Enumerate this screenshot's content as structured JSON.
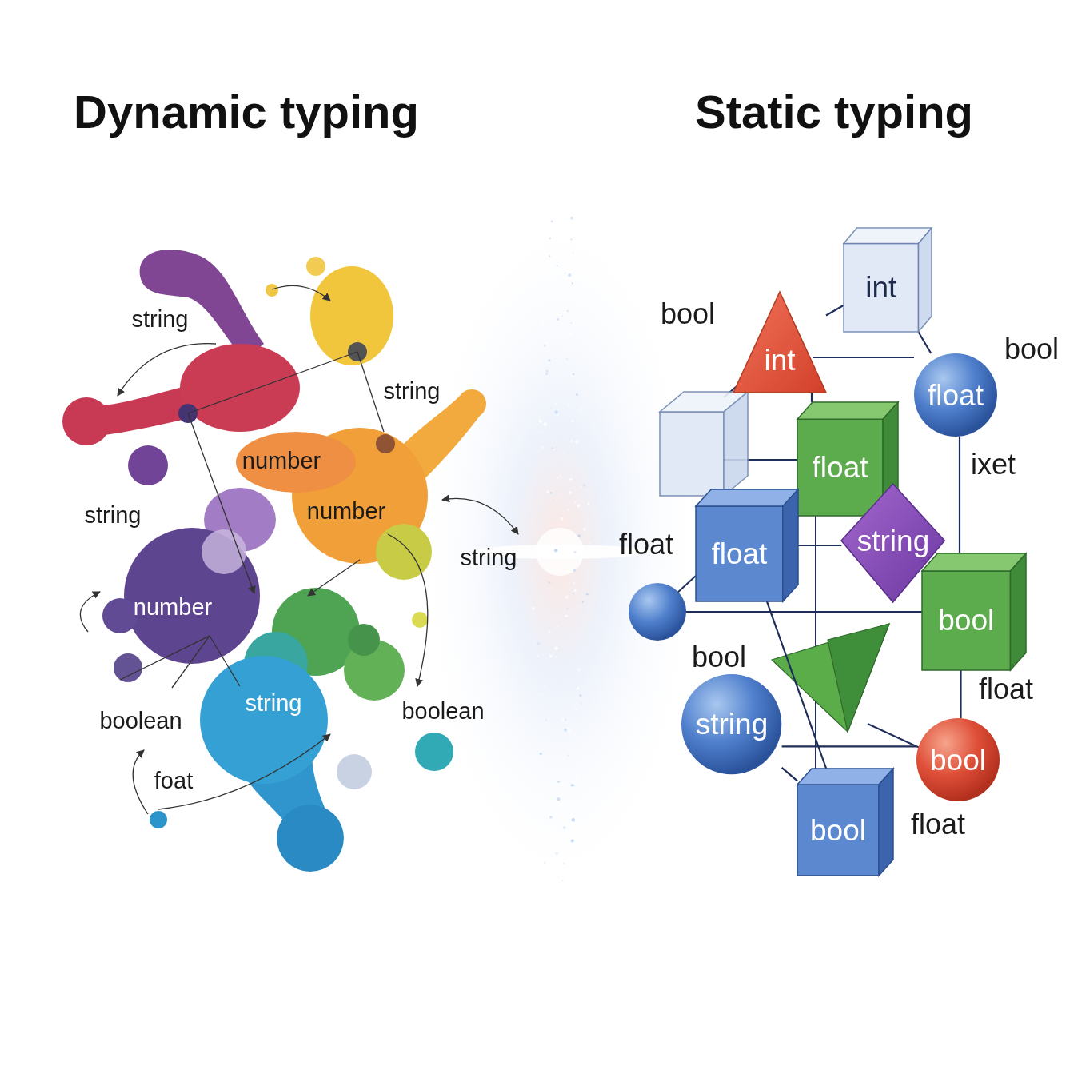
{
  "diagram": {
    "nodes": [
      {
        "text": [
          "int"
        ]
      },
      {
        "text": [
          "int"
        ]
      },
      {
        "text": [
          "float"
        ]
      },
      {
        "text": [
          "float"
        ]
      },
      {
        "text": [
          "float"
        ]
      },
      {
        "text": [
          "string"
        ]
      },
      {
        "text": [
          "bool"
        ]
      },
      {
        "text": [
          "string"
        ]
      },
      {
        "text": [
          "bool"
        ]
      },
      {
        "text": [
          "bool"
        ]
      }
    ],
    "edges": [
      {
        "from": 1,
        "to": 0,
        "arrow": "none"
      },
      {
        "from": 0,
        "to": 2,
        "arrow": "none"
      },
      {
        "from": 1,
        "to": 3,
        "arrow": "none"
      },
      {
        "from": 2,
        "to": 6,
        "arrow": "none"
      },
      {
        "from": 4,
        "to": 5,
        "arrow": "none"
      },
      {
        "from": 6,
        "to": 8,
        "arrow": "none"
      },
      {
        "from": 7,
        "to": 8,
        "arrow": "none"
      },
      {
        "from": 7,
        "to": 9,
        "arrow": "none"
      },
      {
        "from": 4,
        "to": 9,
        "arrow": "none"
      }
    ],
    "labels": [
      "Dynamic typing",
      "Static typing",
      "string",
      "string",
      "number",
      "number",
      "string",
      "string",
      "number",
      "string",
      "boolean",
      "boolean",
      "foat",
      "bool",
      "bool",
      "ixet",
      "float",
      "bool",
      "float",
      "float"
    ]
  }
}
